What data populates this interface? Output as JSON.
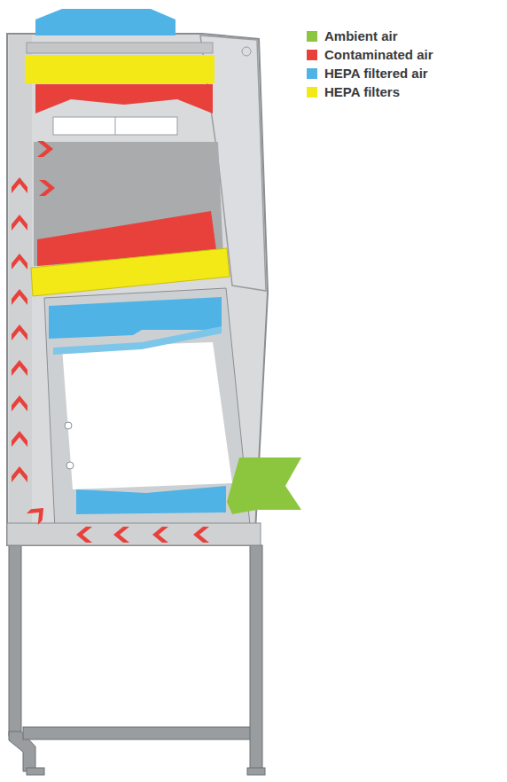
{
  "diagram": {
    "legend": [
      {
        "text": "Ambient air",
        "color": "#8cc63f"
      },
      {
        "text": "Contaminated air",
        "color": "#e8413c"
      },
      {
        "text": "HEPA filtered air",
        "color": "#4fb3e6"
      },
      {
        "text": "HEPA filters",
        "color": "#f3e917"
      }
    ]
  }
}
